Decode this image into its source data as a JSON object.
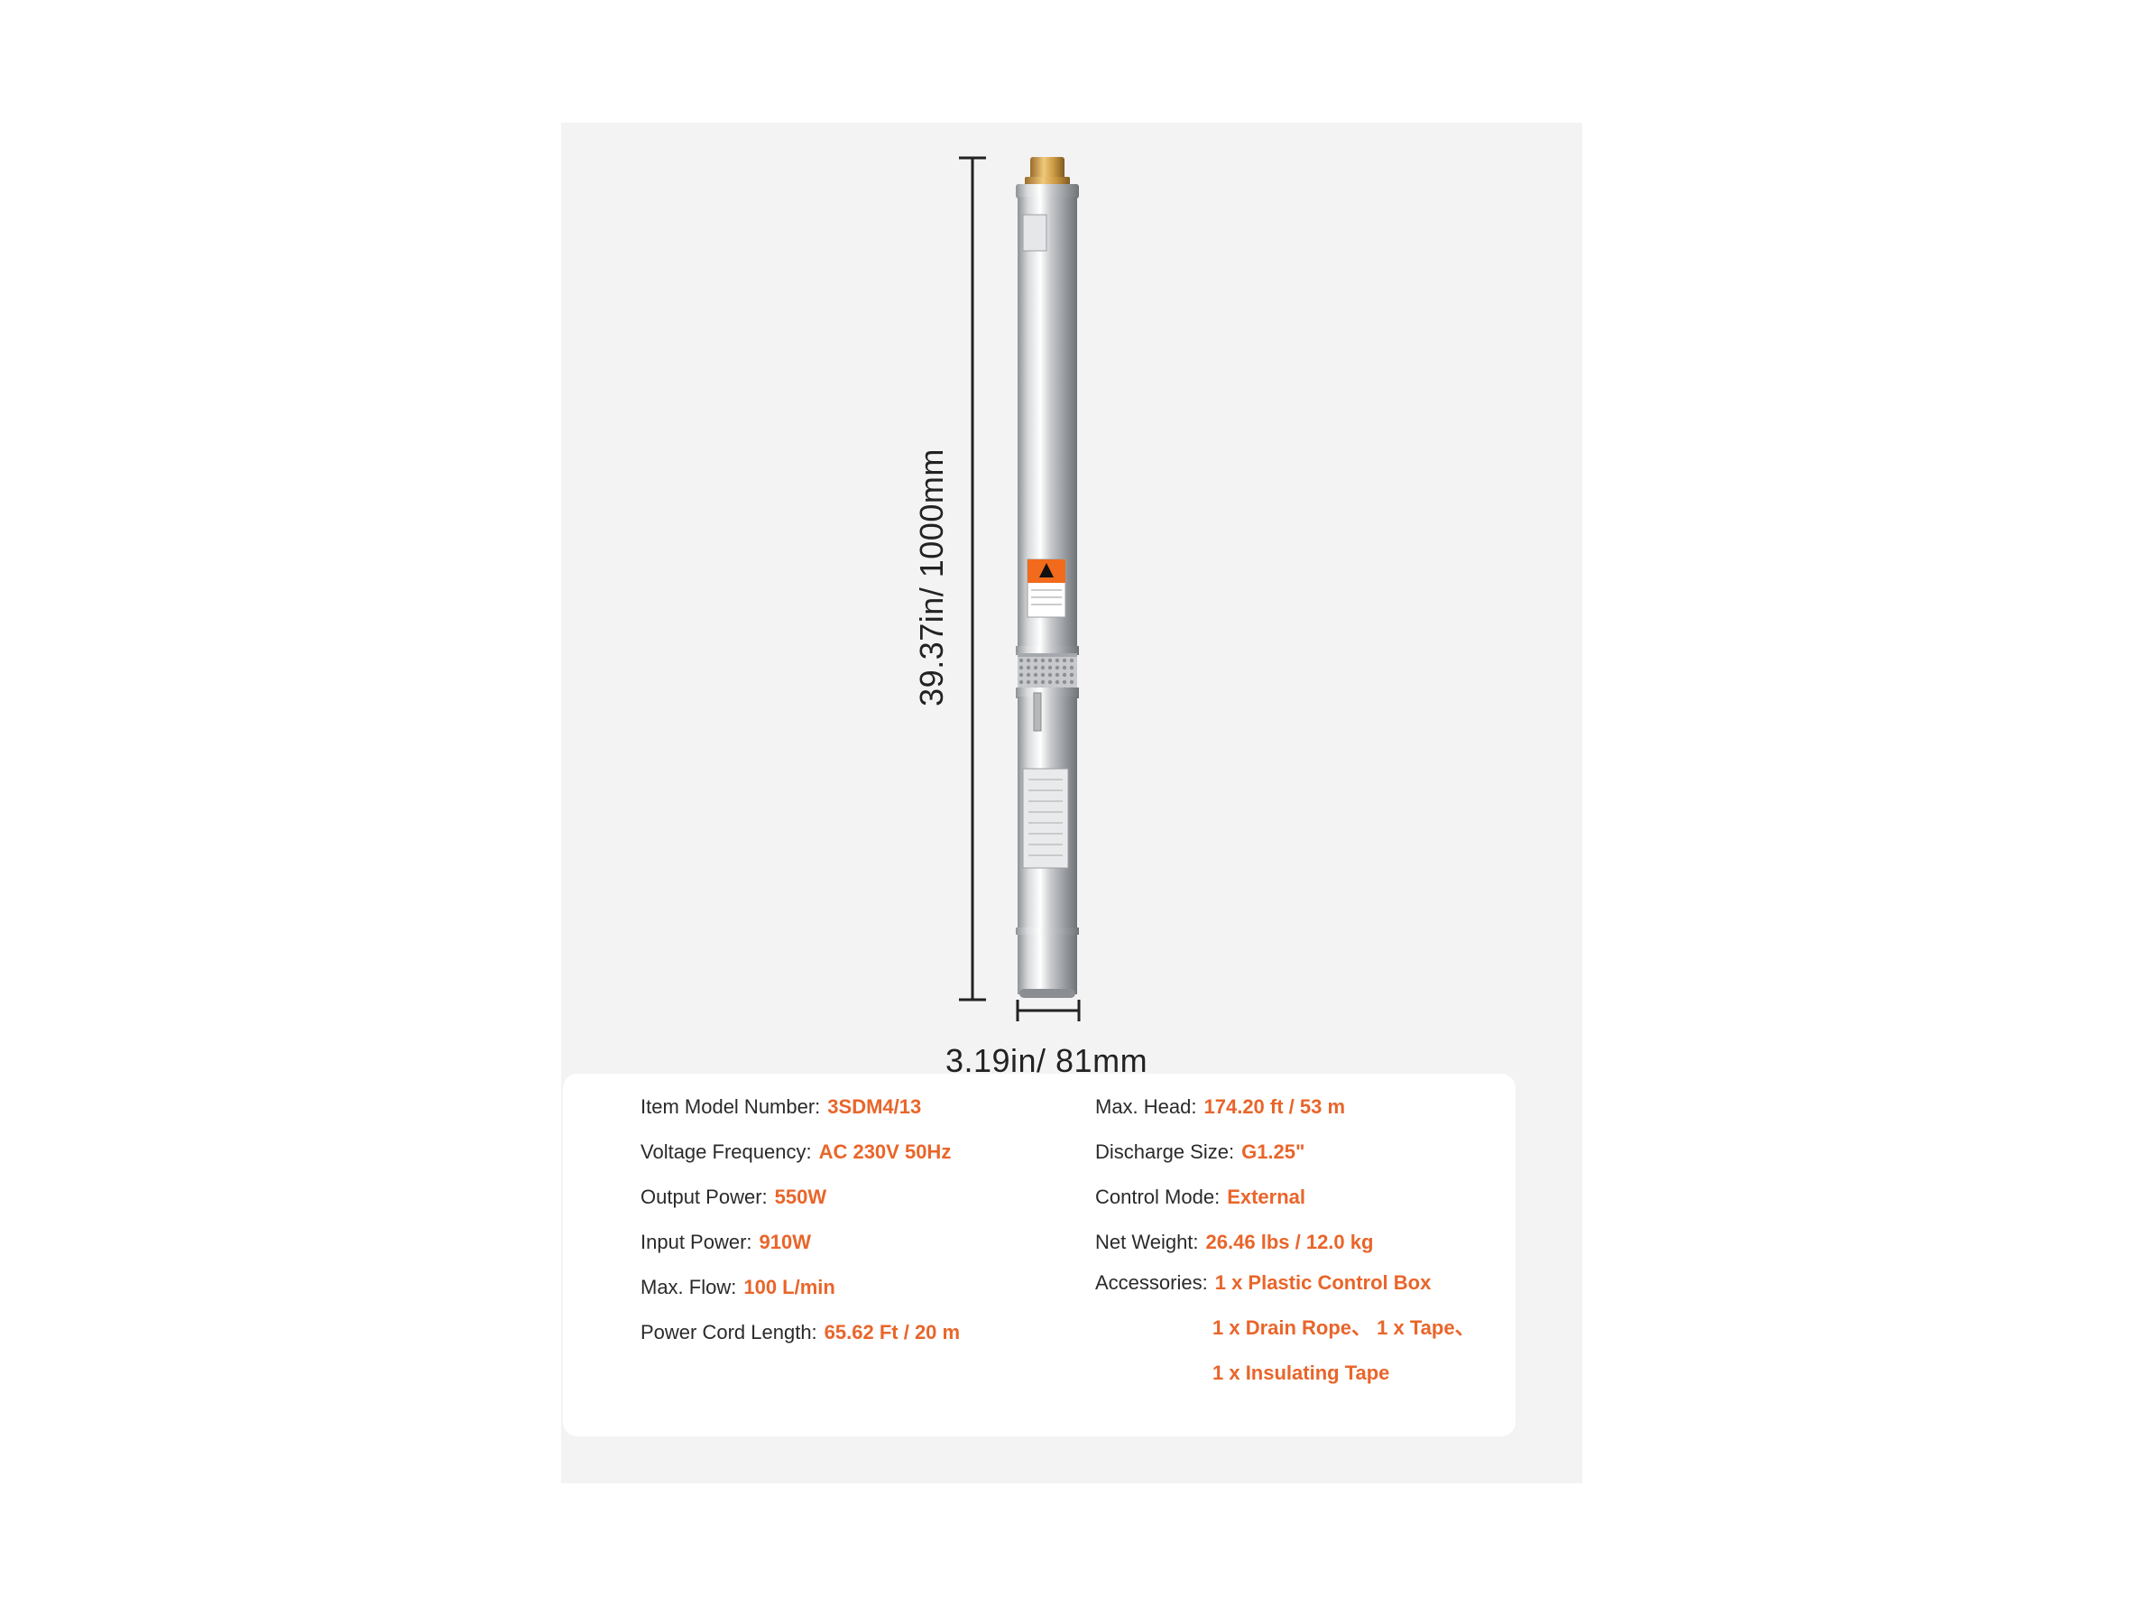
{
  "dimensions": {
    "height": "39.37in/ 1000mm",
    "diameter": "3.19in/ 81mm"
  },
  "label_badge": {
    "color": "#f26a1b"
  },
  "specs_left": [
    {
      "label": "Item Model Number:",
      "value": "3SDM4/13"
    },
    {
      "label": "Voltage Frequency:",
      "value": "AC 230V 50Hz"
    },
    {
      "label": "Output Power:",
      "value": "550W"
    },
    {
      "label": "Input Power:",
      "value": "910W"
    },
    {
      "label": "Max. Flow:",
      "value": "100 L/min"
    },
    {
      "label": "Power Cord Length:",
      "value": "65.62 Ft / 20 m"
    }
  ],
  "specs_right": [
    {
      "label": "Max. Head:",
      "value": "174.20 ft / 53 m"
    },
    {
      "label": "Discharge Size:",
      "value": "G1.25\""
    },
    {
      "label": "Control Mode:",
      "value": "External"
    },
    {
      "label": "Net Weight:",
      "value": "26.46 lbs / 12.0 kg"
    },
    {
      "label": "Accessories:",
      "value": "1 x Plastic Control Box"
    }
  ],
  "accessories_extra": [
    "1 x Drain Rope、 1 x Tape、",
    "1 x Insulating Tape"
  ],
  "colors": {
    "accent": "#e9652a",
    "panel": "#f3f3f3",
    "text": "#2a2a2a"
  }
}
